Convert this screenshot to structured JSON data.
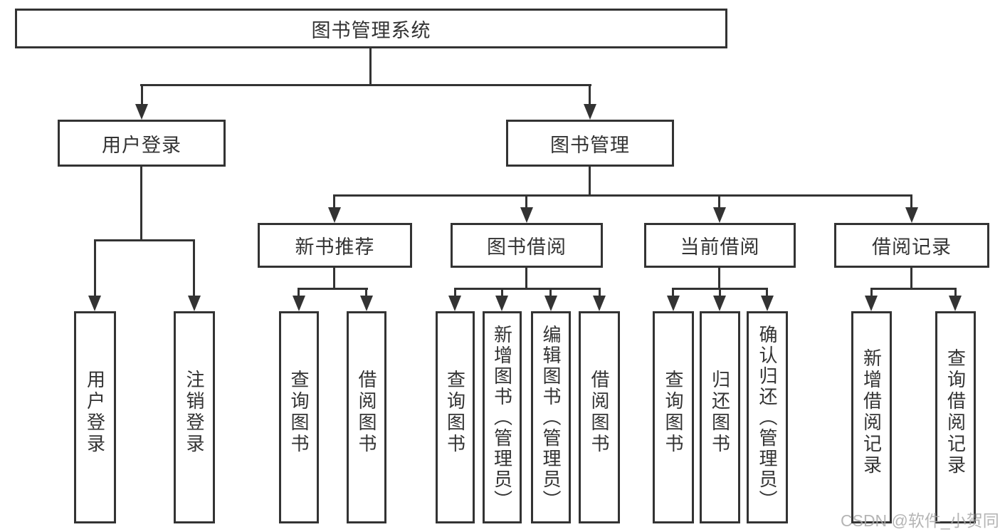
{
  "diagram_type": "hierarchy-tree",
  "colors": {
    "line": "#333333",
    "text": "#333333",
    "box_background": "#ffffff",
    "page_background": "#ffffff",
    "watermark": "#a8a8a8"
  },
  "nodes": {
    "root": "图书管理系统",
    "user_login": "用户登录",
    "book_mgmt": "图书管理",
    "new_book_rec": "新书推荐",
    "book_borrow": "图书借阅",
    "current_borrow": "当前借阅",
    "borrow_records": "借阅记录",
    "leaf_user_login": "用户登录",
    "leaf_logout": "注销登录",
    "nb_query": "查询图书",
    "nb_borrow": "借阅图书",
    "bb_query": "查询图书",
    "bb_add": "新增图书（管理员）",
    "bb_edit": "编辑图书（管理员）",
    "bb_borrow": "借阅图书",
    "cb_query": "查询图书",
    "cb_return": "归还图书",
    "cb_confirm": "确认归还（管理员）",
    "br_add": "新增借阅记录",
    "br_query": "查询借阅记录"
  },
  "structure": {
    "图书管理系统": {
      "用户登录": [
        "用户登录",
        "注销登录"
      ],
      "图书管理": {
        "新书推荐": [
          "查询图书",
          "借阅图书"
        ],
        "图书借阅": [
          "查询图书",
          "新增图书（管理员）",
          "编辑图书（管理员）",
          "借阅图书"
        ],
        "当前借阅": [
          "查询图书",
          "归还图书",
          "确认归还（管理员）"
        ],
        "借阅记录": [
          "新增借阅记录",
          "查询借阅记录"
        ]
      }
    }
  },
  "watermark": "CSDN @软件_小贺同学"
}
